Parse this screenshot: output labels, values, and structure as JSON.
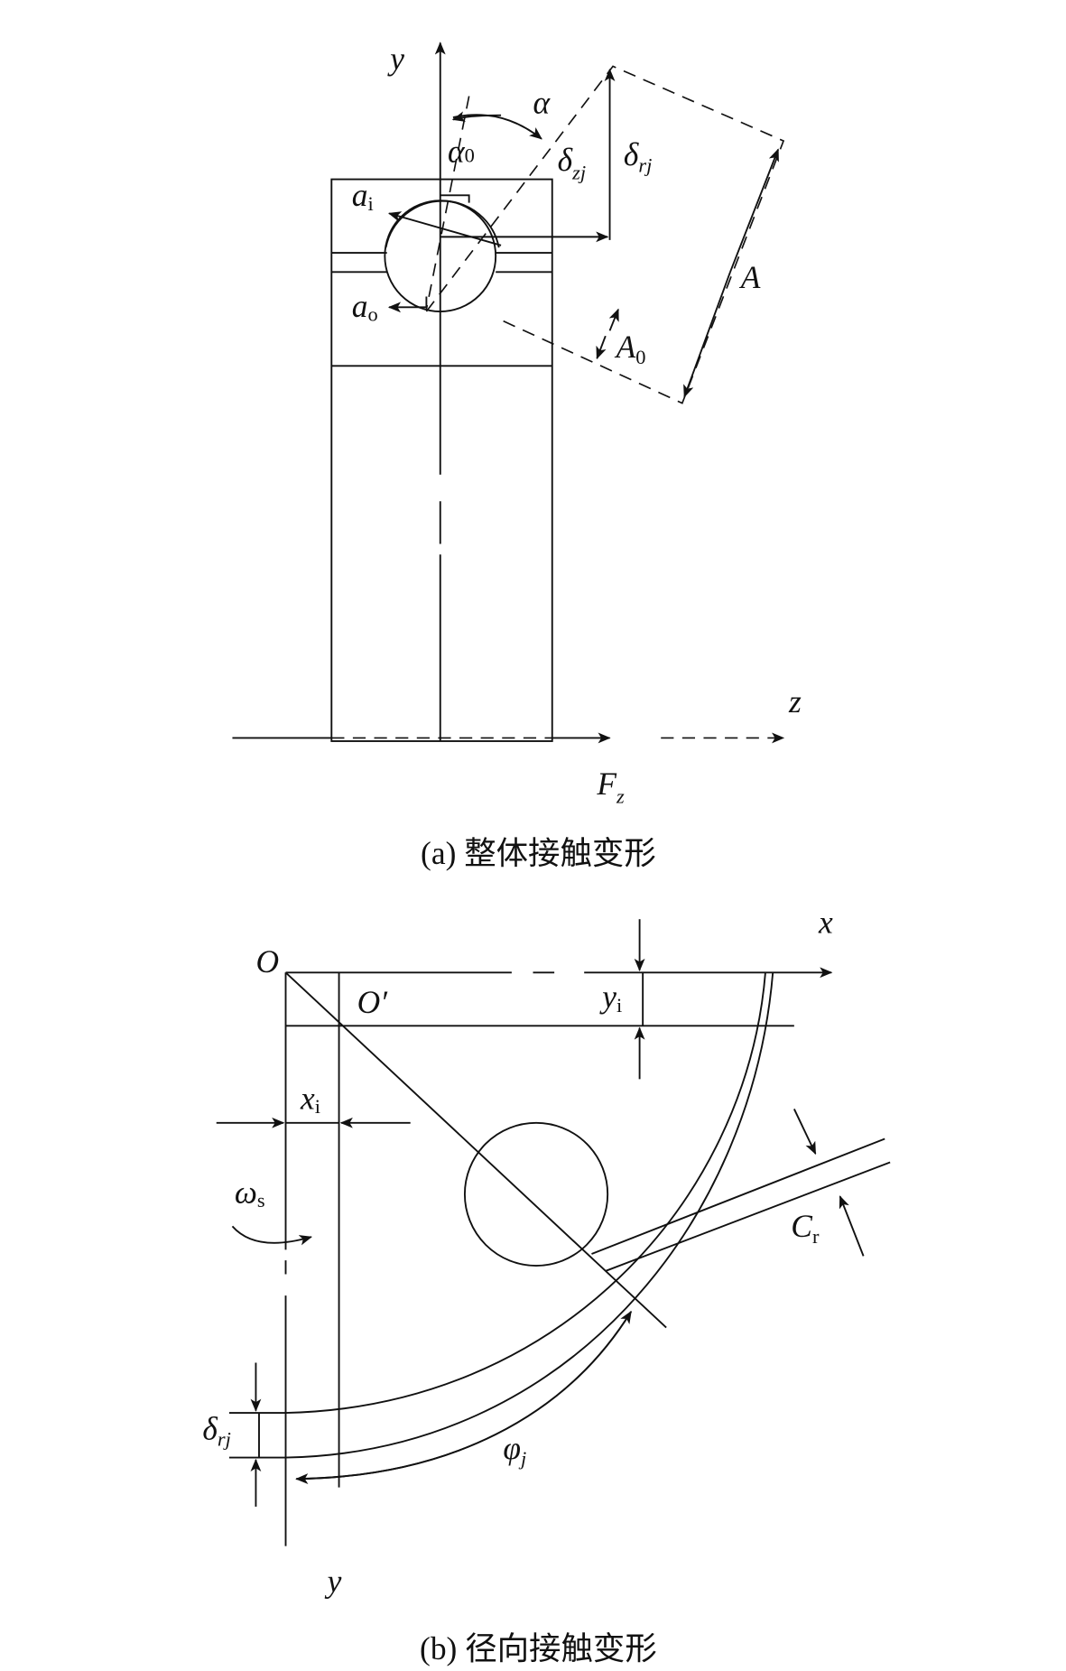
{
  "figure_a": {
    "caption": "(a) 整体接触变形",
    "labels": {
      "y": "y",
      "z": "z",
      "alpha": "α",
      "alpha0": "α",
      "alpha0_sub": "0",
      "delta_z": "δ",
      "delta_z_sub": "zj",
      "delta_r": "δ",
      "delta_r_sub": "rj",
      "ai": "a",
      "ai_sub": "i",
      "ao": "a",
      "ao_sub": "o",
      "A": "A",
      "A0": "A",
      "A0_sub": "0",
      "Fz": "F",
      "Fz_sub": "z"
    }
  },
  "figure_b": {
    "caption": "(b) 径向接触变形",
    "labels": {
      "O": "O",
      "O_prime": "O′",
      "x": "x",
      "y": "y",
      "yi": "y",
      "yi_sub": "i",
      "xi": "x",
      "xi_sub": "i",
      "omega": "ω",
      "omega_sub": "s",
      "Cr": "C",
      "Cr_sub": "r",
      "phi": "φ",
      "phi_sub": "j",
      "delta_r": "δ",
      "delta_r_sub": "rj"
    }
  }
}
